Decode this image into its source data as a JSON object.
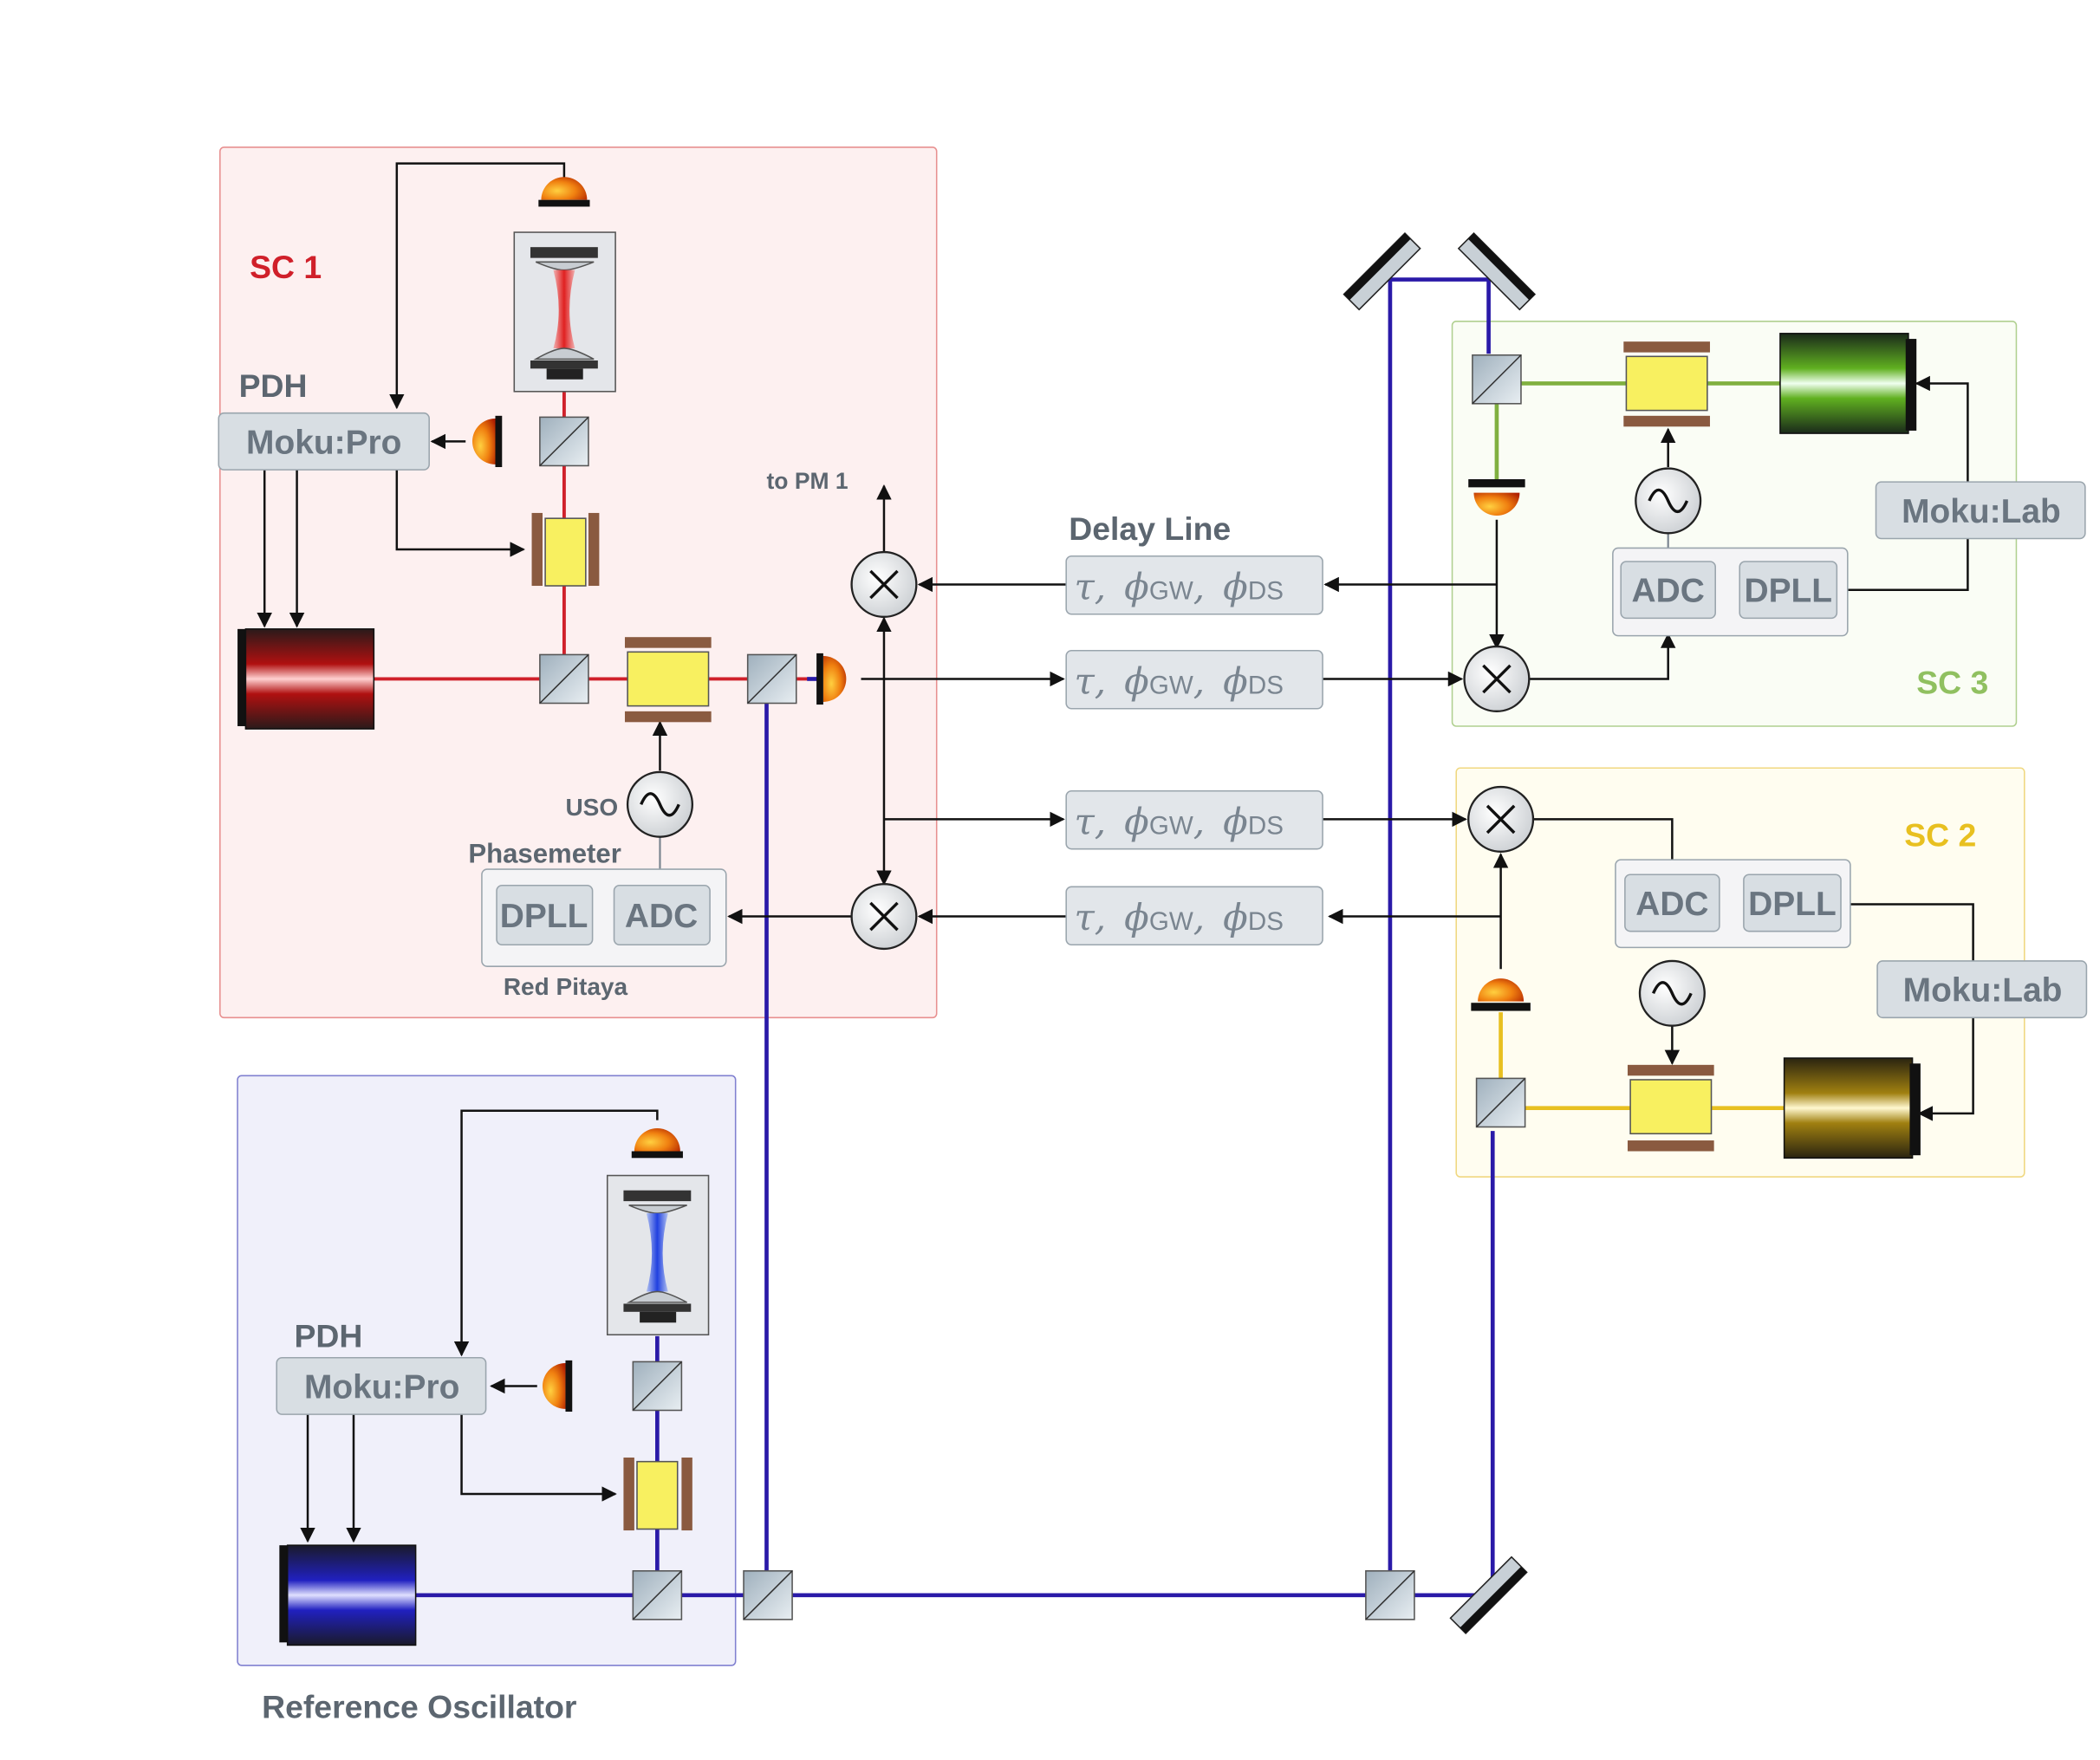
{
  "colors": {
    "sc1": "#d0202a",
    "sc2": "#e8c020",
    "sc3": "#80b040",
    "reference": "#2a1aa8",
    "label_grey": "#5c6670"
  },
  "sc1": {
    "title": "SC 1",
    "pdh_label": "PDH",
    "controller": "Moku:Pro",
    "to_pm": "to PM 1",
    "uso_label": "USO",
    "phasemeter_label": "Phasemeter",
    "dpll": "DPLL",
    "adc": "ADC",
    "board": "Red Pitaya"
  },
  "sc2": {
    "title": "SC 2",
    "adc": "ADC",
    "dpll": "DPLL",
    "controller": "Moku:Lab"
  },
  "sc3": {
    "title": "SC 3",
    "adc": "ADC",
    "dpll": "DPLL",
    "controller": "Moku:Lab"
  },
  "reference": {
    "title": "Reference Oscillator",
    "pdh_label": "PDH",
    "controller": "Moku:Pro"
  },
  "delay_line": {
    "title": "Delay Line",
    "entries": [
      {
        "tau": "τ,",
        "phi1": "ϕ",
        "sub1": "GW",
        "comma": ",",
        "phi2": "ϕ",
        "sub2": "DS"
      },
      {
        "tau": "τ,",
        "phi1": "ϕ",
        "sub1": "GW",
        "comma": ",",
        "phi2": "ϕ",
        "sub2": "DS"
      },
      {
        "tau": "τ,",
        "phi1": "ϕ",
        "sub1": "GW",
        "comma": ",",
        "phi2": "ϕ",
        "sub2": "DS"
      },
      {
        "tau": "τ,",
        "phi1": "ϕ",
        "sub1": "GW",
        "comma": ",",
        "phi2": "ϕ",
        "sub2": "DS"
      }
    ]
  },
  "icons": {
    "oscillator": "sine-wave-icon",
    "mixer": "multiply-icon",
    "photodiode": "photodiode-icon",
    "beamsplitter": "beamsplitter-icon",
    "mirror": "mirror-icon",
    "laser": "laser-icon",
    "eom": "modulator-icon",
    "cavity": "cavity-icon"
  }
}
